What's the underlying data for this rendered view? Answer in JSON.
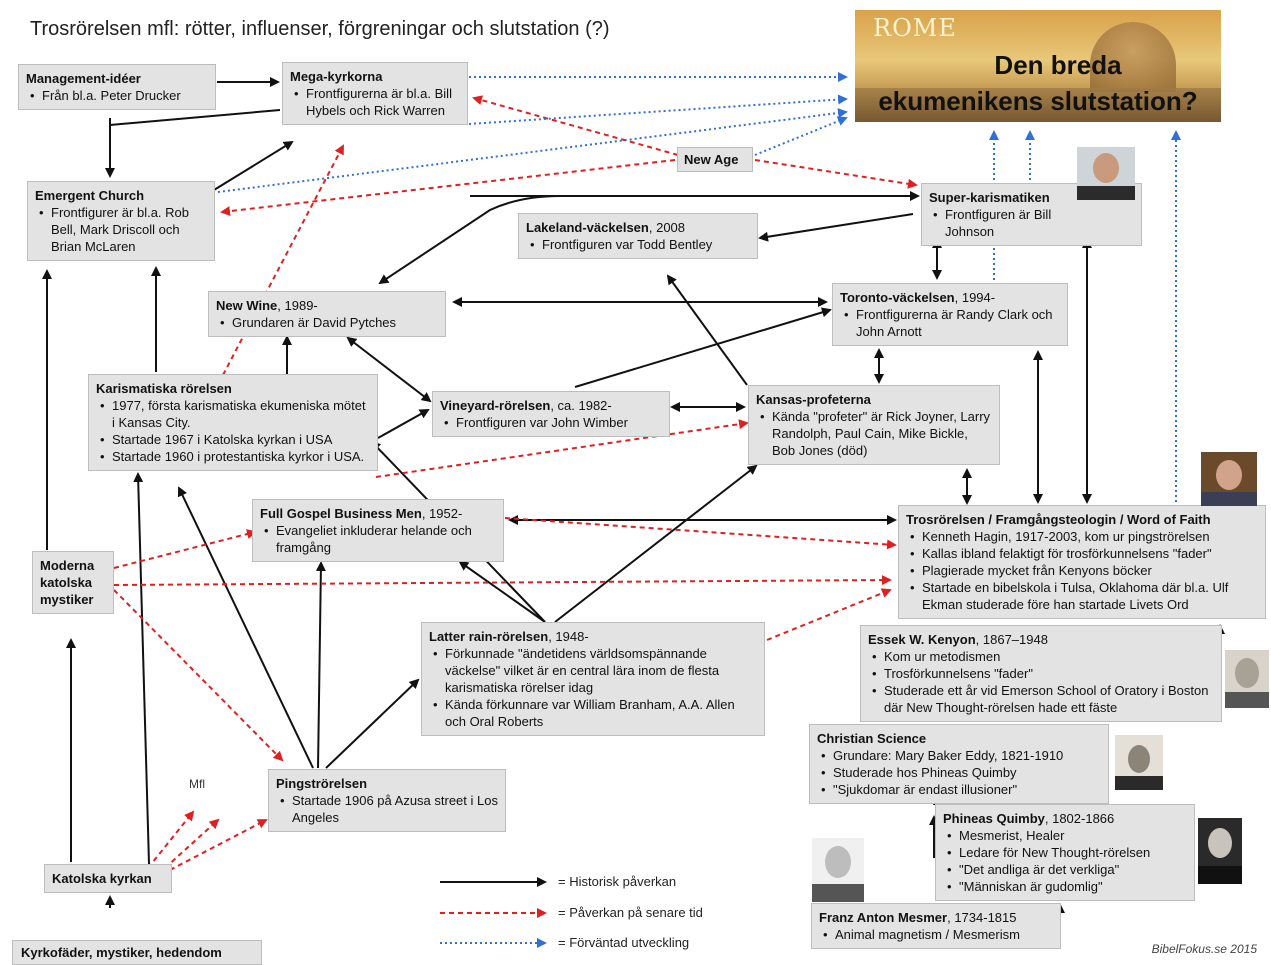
{
  "title": "Trosrörelsen mfl: rötter, influenser, förgreningar och slutstation (?)",
  "rome": {
    "label": "ROME",
    "line1": "Den breda",
    "line2": "ekumenikens slutstation?"
  },
  "nodes": {
    "management": {
      "head": "Management-idéer",
      "items": [
        "Från bl.a. Peter Drucker"
      ]
    },
    "mega": {
      "head": "Mega-kyrkorna",
      "items": [
        "Frontfigurerna är bl.a. Bill Hybels och Rick Warren"
      ]
    },
    "newage": {
      "head": "New Age"
    },
    "emergent": {
      "head": "Emergent Church",
      "items": [
        "Frontfigurer är bl.a. Rob Bell, Mark Driscoll och Brian McLaren"
      ]
    },
    "superkar": {
      "head": "Super-karismatiken",
      "items": [
        "Frontfiguren är Bill Johnson"
      ]
    },
    "lakeland": {
      "head": "Lakeland-väckelsen",
      "sub": ", 2008",
      "items": [
        "Frontfiguren var Todd Bentley"
      ]
    },
    "newwine": {
      "head": "New Wine",
      "sub": ", 1989-",
      "items": [
        "Grundaren är David Pytches"
      ]
    },
    "toronto": {
      "head": "Toronto-väckelsen",
      "sub": ", 1994-",
      "items": [
        "Frontfigurerna är Randy Clark och John Arnott"
      ]
    },
    "karis": {
      "head": "Karismatiska rörelsen",
      "items": [
        "1977, första karismatiska ekumeniska mötet i Kansas City.",
        "Startade 1967 i Katolska kyrkan i USA",
        "Startade 1960 i protestantiska kyrkor i USA."
      ]
    },
    "vineyard": {
      "head": "Vineyard-rörelsen",
      "sub": ", ca. 1982-",
      "items": [
        "Frontfiguren var John Wimber"
      ]
    },
    "kansas": {
      "head": "Kansas-profeterna",
      "items": [
        "Kända \"profeter\" är Rick Joyner, Larry Randolph, Paul Cain, Mike Bickle, Bob Jones (död)"
      ]
    },
    "fullgospel": {
      "head": "Full Gospel Business Men",
      "sub": ", 1952-",
      "items": [
        "Evangeliet inkluderar helande och framgång"
      ]
    },
    "tros": {
      "head": "Trosrörelsen / Framgångsteologin / Word of Faith",
      "items": [
        "Kenneth Hagin, 1917-2003, kom ur pingströrelsen",
        "Kallas ibland felaktigt för trosförkunnelsens \"fader\"",
        "Plagierade mycket från Kenyons böcker",
        "Startade en bibelskola i Tulsa, Oklahoma där bl.a. Ulf Ekman studerade före han startade Livets Ord"
      ]
    },
    "moderna": {
      "head": "Moderna katolska mystiker"
    },
    "latter": {
      "head": "Latter rain-rörelsen",
      "sub": ", 1948-",
      "items": [
        "Förkunnade \"ändetidens världsomspännande väckelse\" vilket är en central lära inom de flesta karismatiska rörelser idag",
        "Kända förkunnare var William Branham, A.A. Allen och Oral Roberts"
      ]
    },
    "kenyon": {
      "head": "Essek W. Kenyon",
      "sub": ", 1867–1948",
      "items": [
        "Kom ur metodismen",
        "Trosförkunnelsens \"fader\"",
        "Studerade ett år vid Emerson School of Oratory i Boston där New Thought-rörelsen hade ett fäste"
      ]
    },
    "christian": {
      "head": "Christian Science",
      "items": [
        "Grundare: Mary Baker Eddy, 1821-1910",
        "Studerade hos Phineas Quimby",
        "\"Sjukdomar är endast illusioner\""
      ]
    },
    "pingst": {
      "head": "Pingströrelsen",
      "items": [
        "Startade 1906 på Azusa street i Los Angeles"
      ]
    },
    "quimby": {
      "head": "Phineas Quimby",
      "sub": ", 1802-1866",
      "items": [
        "Mesmerist, Healer",
        "Ledare för New Thought-rörelsen",
        "\"Det andliga är det verkliga\"",
        "\"Människan är gudomlig\""
      ]
    },
    "katolska": {
      "head": "Katolska kyrkan"
    },
    "mesmer": {
      "head": "Franz Anton Mesmer",
      "sub": ", 1734-1815",
      "items": [
        "Animal magnetism / Mesmerism"
      ]
    },
    "kyrkofader": {
      "head": "Kyrkofäder, mystiker, hedendom"
    }
  },
  "mfl_label": "Mfl",
  "legend": {
    "historic": "= Historisk påverkan",
    "later": "= Påverkan på senare tid",
    "expected": "= Förväntad utveckling"
  },
  "credit": "BibelFokus.se 2015",
  "colors": {
    "historic": "#111111",
    "later": "#e02020",
    "expected": "#2f6fd6",
    "box": "#e3e3e3"
  }
}
